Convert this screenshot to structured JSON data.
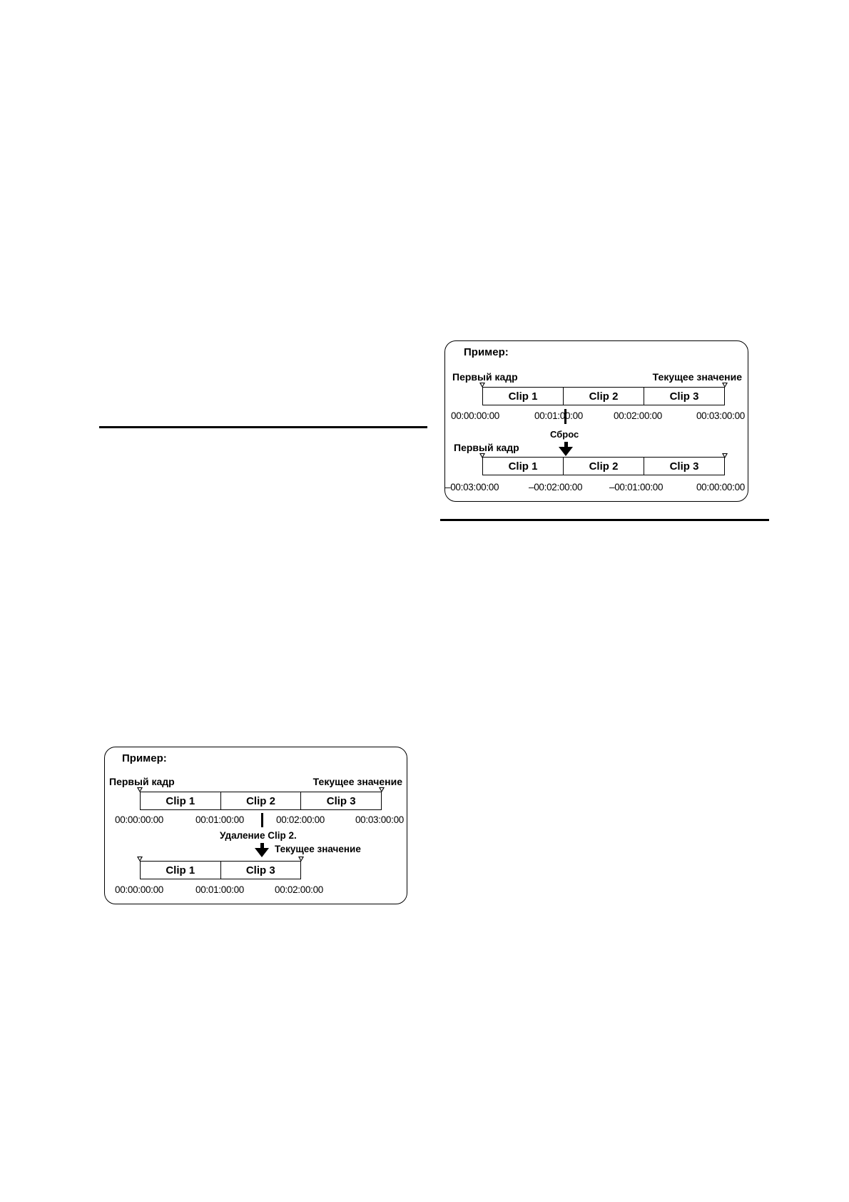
{
  "diagram_reset": {
    "title": "Пример:",
    "first_frame": "Первый кадр",
    "current_value": "Текущее значение",
    "before": {
      "clips": [
        "Clip 1",
        "Clip 2",
        "Clip 3"
      ],
      "timecodes": [
        "00:00:00:00",
        "00:01:00:00",
        "00:02:00:00",
        "00:03:00:00"
      ]
    },
    "action": "Сброс",
    "after_first_frame": "Первый кадр",
    "after": {
      "clips": [
        "Clip 1",
        "Clip 2",
        "Clip 3"
      ],
      "timecodes": [
        "–00:03:00:00",
        "–00:02:00:00",
        "–00:01:00:00",
        "00:00:00:00"
      ]
    }
  },
  "diagram_delete": {
    "title": "Пример:",
    "first_frame": "Первый кадр",
    "current_value": "Текущее значение",
    "before": {
      "clips": [
        "Clip 1",
        "Clip 2",
        "Clip 3"
      ],
      "timecodes": [
        "00:00:00:00",
        "00:01:00:00",
        "00:02:00:00",
        "00:03:00:00"
      ]
    },
    "action": "Удаление Clip 2.",
    "after_current_value": "Текущее значение",
    "after": {
      "clips": [
        "Clip 1",
        "Clip 3"
      ],
      "timecodes": [
        "00:00:00:00",
        "00:01:00:00",
        "00:02:00:00"
      ]
    }
  }
}
